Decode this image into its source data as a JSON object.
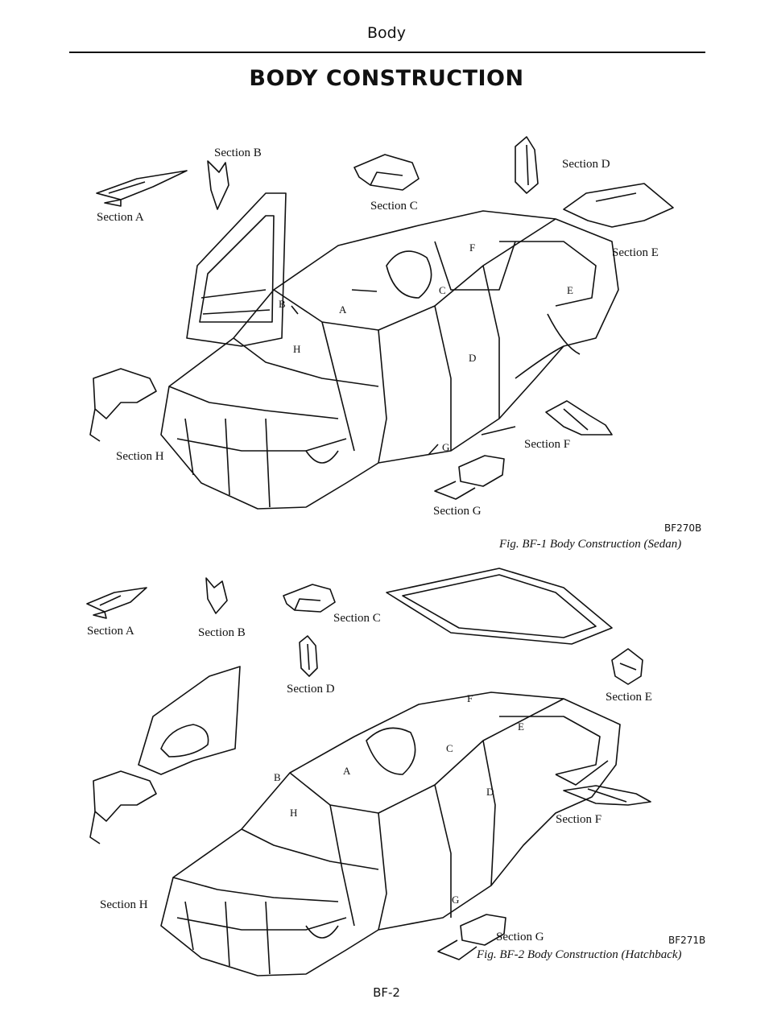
{
  "header": {
    "running_head": "Body",
    "title": "BODY CONSTRUCTION",
    "page_number": "BF-2"
  },
  "figures": [
    {
      "sections": {
        "a": "Section A",
        "b": "Section B",
        "c": "Section C",
        "d": "Section D",
        "e": "Section E",
        "f": "Section F",
        "g": "Section G",
        "h": "Section H"
      },
      "code": "BF270B",
      "caption": "Fig. BF-1 Body Construction (Sedan)"
    },
    {
      "sections": {
        "a": "Section A",
        "b": "Section B",
        "c": "Section C",
        "d": "Section D",
        "e": "Section E",
        "f": "Section F",
        "g": "Section G",
        "h": "Section H"
      },
      "code": "BF271B",
      "caption": "Fig. BF-2 Body Construction (Hatchback)"
    }
  ],
  "callout_letters": [
    "A",
    "B",
    "C",
    "D",
    "E",
    "F",
    "G",
    "H"
  ]
}
